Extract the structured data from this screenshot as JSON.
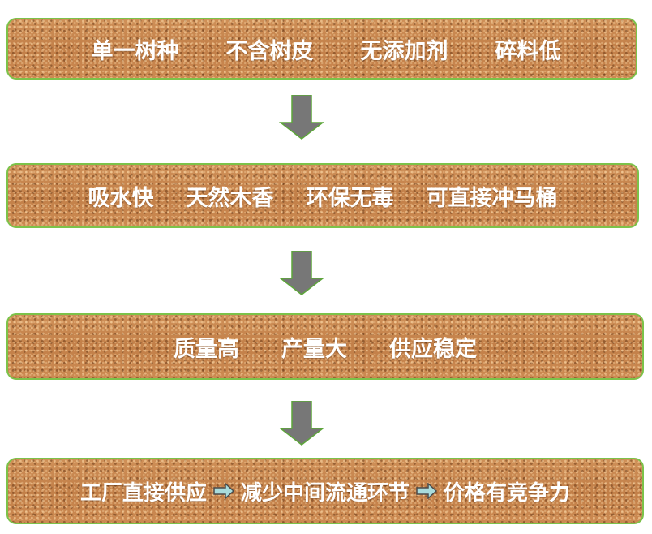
{
  "boxes": [
    {
      "items": [
        "单一树种",
        "不含树皮",
        "无添加剂",
        "碎料低"
      ]
    },
    {
      "items": [
        "吸水快",
        "天然木香",
        "环保无毒",
        "可直接冲马桶"
      ]
    },
    {
      "items": [
        "质量高",
        "产量大",
        "供应稳定"
      ]
    },
    {
      "items": [
        "工厂直接供应",
        "减少中间流通环节",
        "价格有竞争力"
      ]
    }
  ],
  "colors": {
    "box_border": "#7cc24a",
    "wood_fill": "#c9864f",
    "text": "#ffffff",
    "down_arrow": "#777777",
    "small_arrow": "#a9dcdc"
  }
}
